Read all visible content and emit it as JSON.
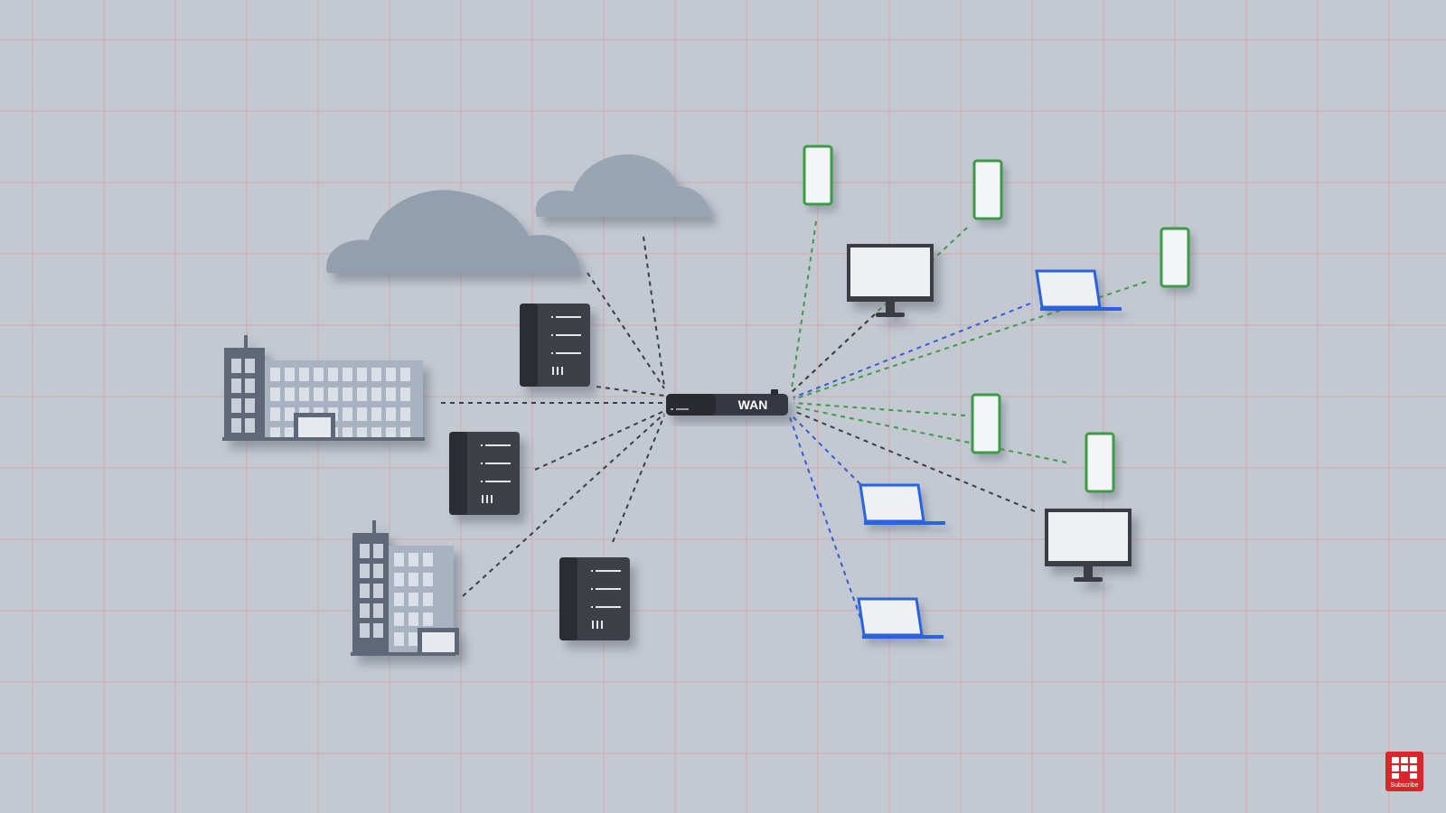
{
  "colors": {
    "background": "#c3c8d1",
    "grid_line": "#d4a7a7",
    "cloud_dark": "#939eae",
    "cloud_light": "#9aa5b4",
    "server": "#3d3f46",
    "server_dark": "#2b2d33",
    "building_dark": "#5f6878",
    "building_light": "#a9b2c0",
    "router": "#36383f",
    "link_wan_side": "#3b3d44",
    "link_phone": "#3d9a4a",
    "link_laptop": "#2f5fd6",
    "phone_outline": "#3c9a47",
    "laptop_outline": "#2c63e0",
    "monitor_frame": "#3b3d44",
    "screen": "#eef0f3",
    "subscribe_red": "#d8262d"
  },
  "router": {
    "label": "WAN",
    "icon": "router-device"
  },
  "subscribe_badge": {
    "label": "Subscribe",
    "icon": "fortinet-logo-icon"
  },
  "devices_left": [
    {
      "type": "cloud",
      "icon": "cloud-icon"
    },
    {
      "type": "cloud",
      "icon": "cloud-icon"
    },
    {
      "type": "building",
      "icon": "office-building-icon"
    },
    {
      "type": "building",
      "icon": "office-building-icon"
    },
    {
      "type": "server",
      "icon": "server-rack-icon"
    },
    {
      "type": "server",
      "icon": "server-rack-icon"
    },
    {
      "type": "server",
      "icon": "server-rack-icon"
    }
  ],
  "devices_right": [
    {
      "type": "phone",
      "icon": "smartphone-icon"
    },
    {
      "type": "phone",
      "icon": "smartphone-icon"
    },
    {
      "type": "phone",
      "icon": "smartphone-icon"
    },
    {
      "type": "phone",
      "icon": "smartphone-icon"
    },
    {
      "type": "phone",
      "icon": "smartphone-icon"
    },
    {
      "type": "desktop",
      "icon": "desktop-monitor-icon"
    },
    {
      "type": "desktop",
      "icon": "desktop-monitor-icon"
    },
    {
      "type": "laptop",
      "icon": "laptop-icon"
    },
    {
      "type": "laptop",
      "icon": "laptop-icon"
    },
    {
      "type": "laptop",
      "icon": "laptop-icon"
    }
  ]
}
